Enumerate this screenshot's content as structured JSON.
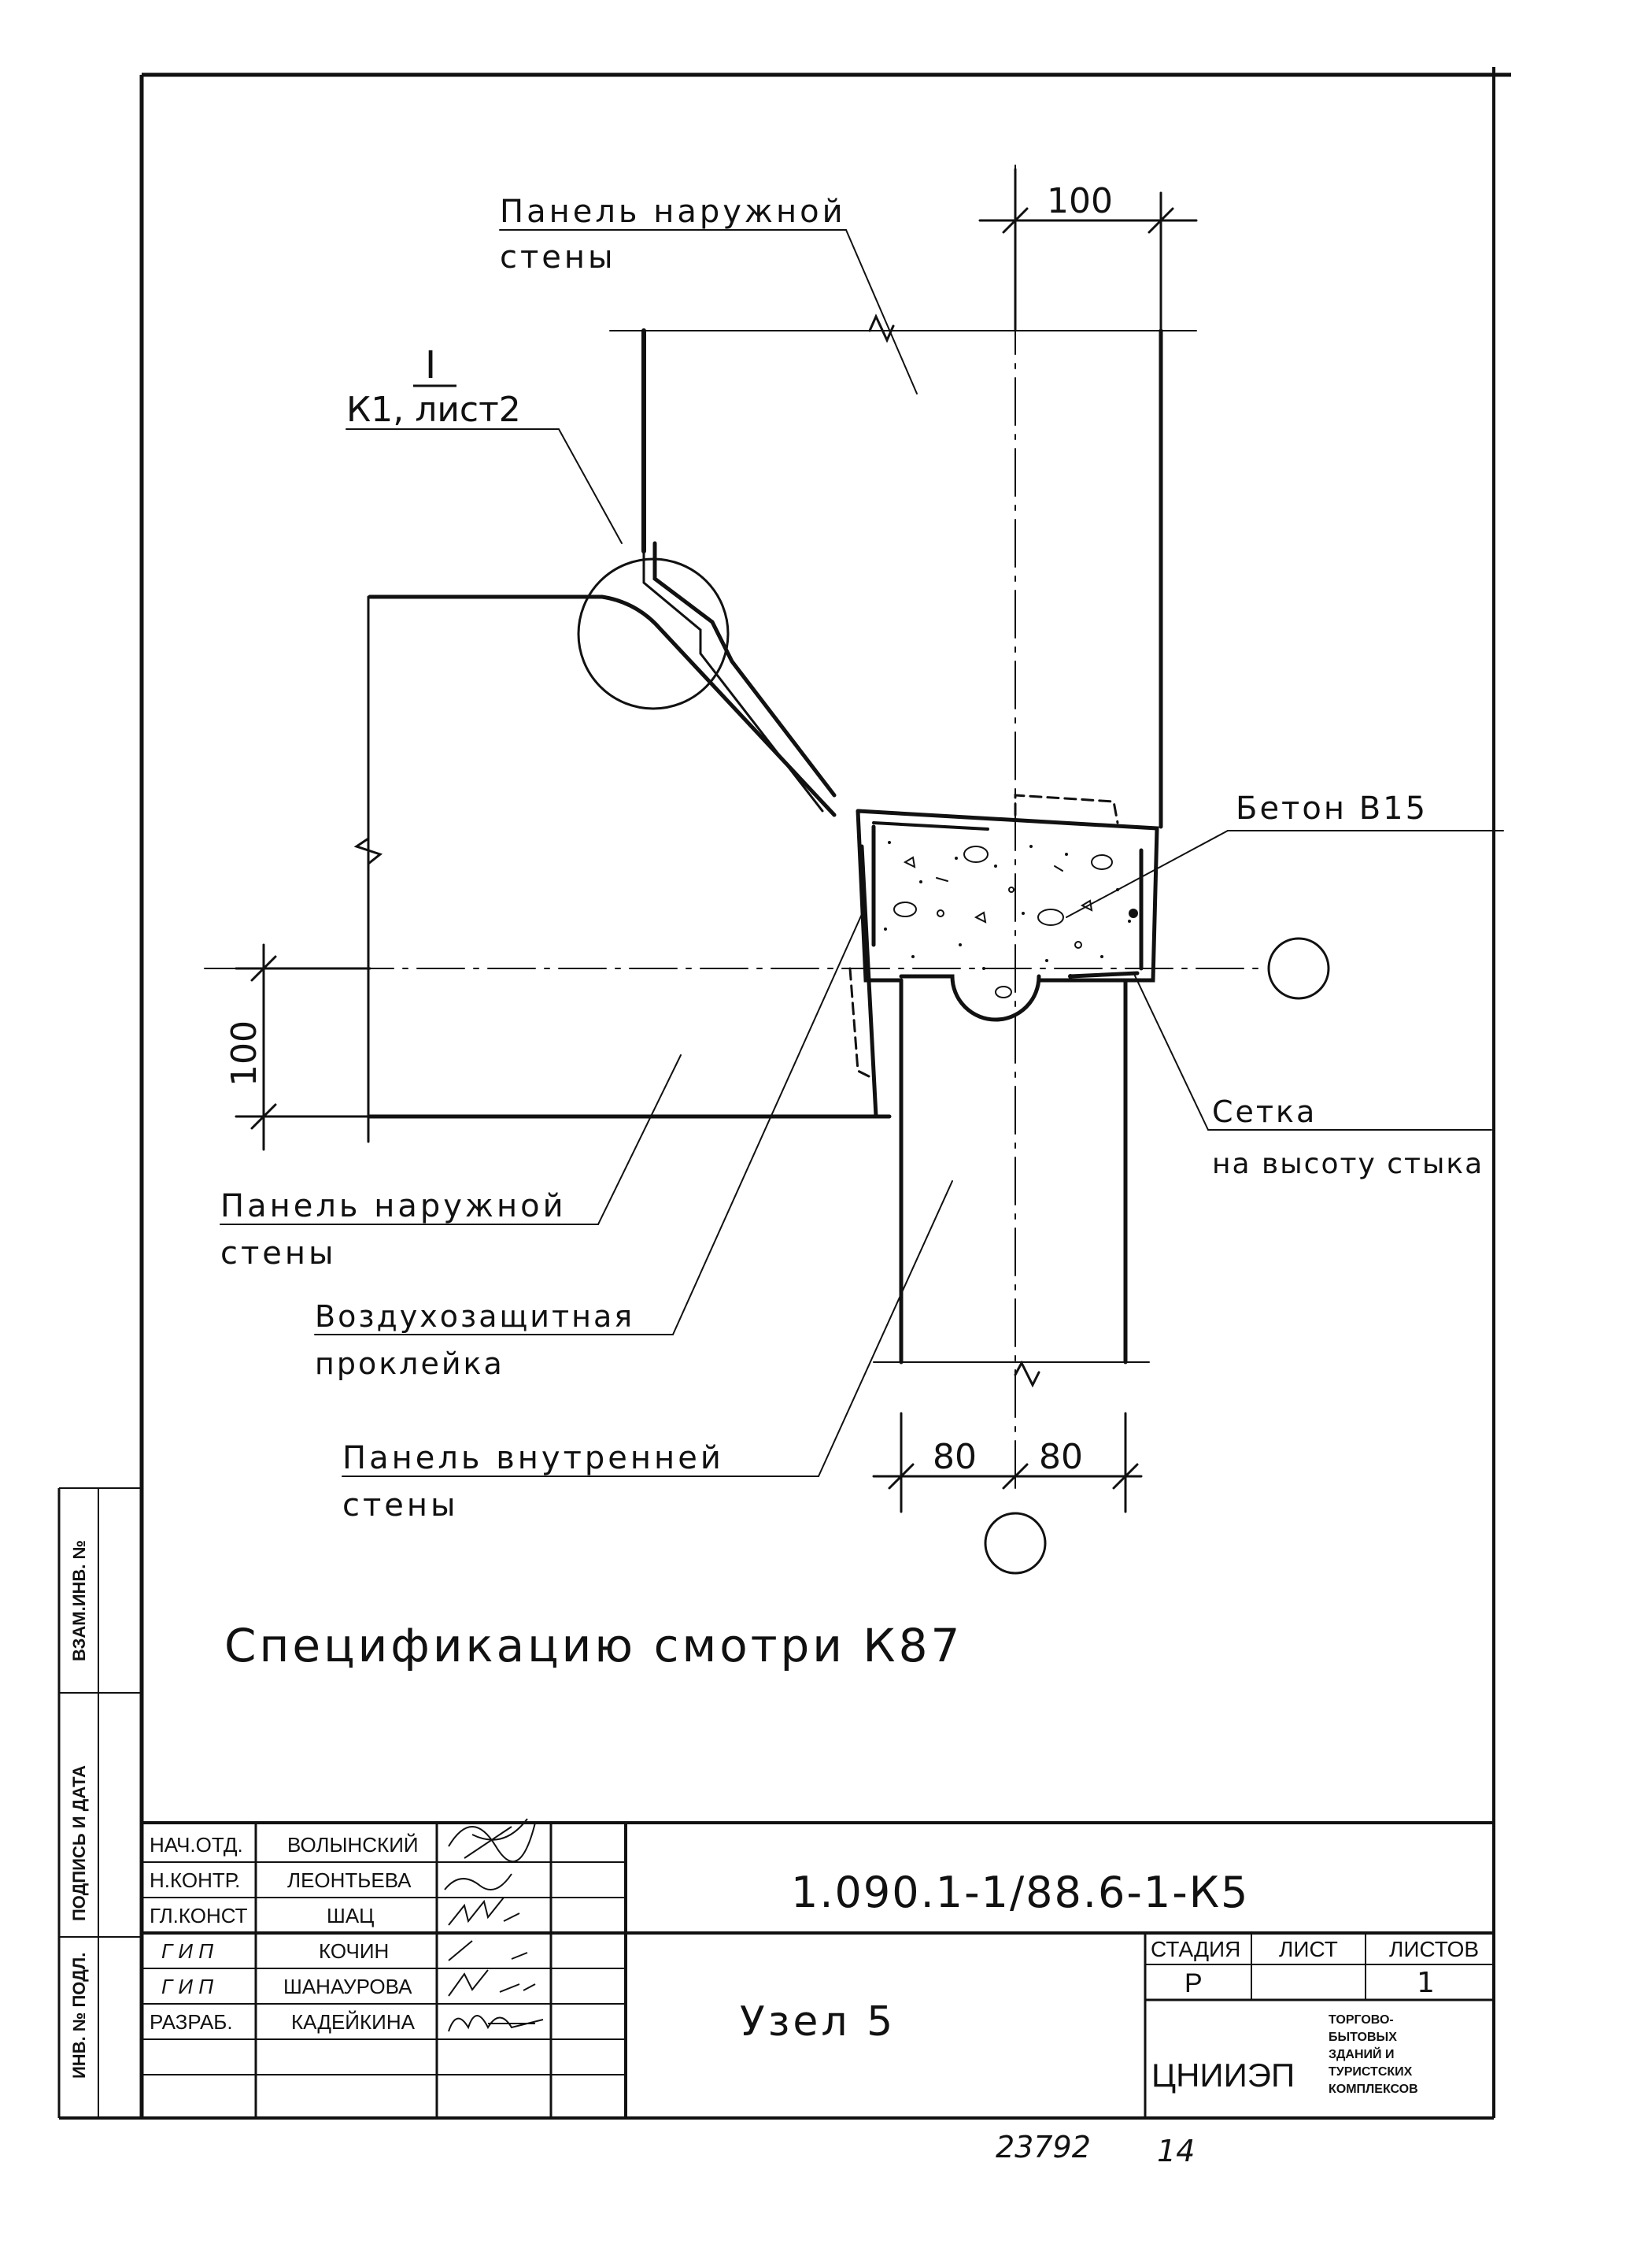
{
  "drawing": {
    "node_ref_roman": "I",
    "node_ref_sheet": "К1, лист2",
    "labels": {
      "outer_panel_top_1": "Панель наружной",
      "outer_panel_top_2": "стены",
      "outer_panel_left_1": "Панель наружной",
      "outer_panel_left_2": "стены",
      "concrete": "Бетон В15",
      "mesh_1": "Сетка",
      "mesh_2": "на высоту стыка",
      "air_seal_1": "Воздухозащитная",
      "air_seal_2": "проклейка",
      "inner_panel_1": "Панель внутренней",
      "inner_panel_2": "стены"
    },
    "dimensions": {
      "top": "100",
      "left": "100",
      "bottom_left": "80",
      "bottom_right": "80"
    },
    "spec_note": "Спецификацию смотри К87"
  },
  "side_stamp": {
    "inv_podl": "ИНВ. № ПОДЛ.",
    "podpis_data": "ПОДПИСЬ И ДАТА",
    "vzam_inv": "ВЗАМ.ИНВ. №"
  },
  "title_block": {
    "designation": "1.090.1-1/88.6-1-К5",
    "sheet_title": "Узел 5",
    "roles": [
      {
        "role": "НАЧ.ОТД.",
        "name": "ВОЛЫНСКИЙ"
      },
      {
        "role": "Н.КОНТР.",
        "name": "ЛЕОНТЬЕВА"
      },
      {
        "role": "ГЛ.КОНСТ",
        "name": "ШАЦ"
      },
      {
        "role": "Г И П",
        "name": "КОЧИН"
      },
      {
        "role": "Г И П",
        "name": "ШАНАУРОВА"
      },
      {
        "role": "РАЗРАБ.",
        "name": "КАДЕЙКИНА"
      }
    ],
    "stage_header": "СТАДИЯ",
    "sheet_header": "ЛИСТ",
    "sheets_header": "ЛИСТОВ",
    "stage_value": "Р",
    "sheet_value": "",
    "sheets_value": "1",
    "org_name": "ЦНИИЭП",
    "org_sub_1": "ТОРГОВО-",
    "org_sub_2": "БЫТОВЫХ",
    "org_sub_3": "ЗДАНИЙ И",
    "org_sub_4": "ТУРИСТСКИХ",
    "org_sub_5": "КОМПЛЕКСОВ"
  },
  "footer": {
    "inv_number": "23792",
    "page_number": "14"
  }
}
